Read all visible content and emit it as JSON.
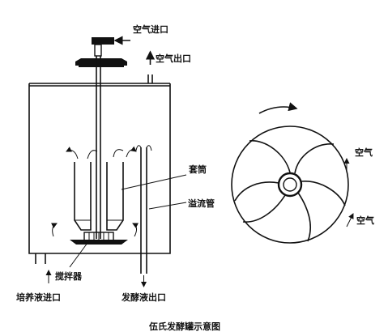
{
  "labels": {
    "air_inlet": "空气进口",
    "air_outlet": "空气出口",
    "sleeve": "套筒",
    "overflow_pipe": "溢流管",
    "agitator": "搅拌器",
    "medium_inlet": "培养液进口",
    "broth_outlet": "发酵液出口",
    "air_top": "空气",
    "air_bottom": "空气"
  },
  "caption": "伍氏发酵罐示意图"
}
